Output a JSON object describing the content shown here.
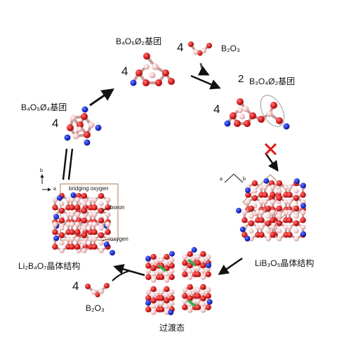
{
  "labels": {
    "b4o6": "B₄O₆Ø₂基团",
    "b2o3_top": "B₂O₃",
    "b3o4": "B₃O₄Ø₂基团",
    "b4o5": "B₄O₅Ø₄基团",
    "lib3o5": "LiB₃O₅晶体结构",
    "li2b4o7": "Li₂B₄O₇晶体结构",
    "b2o3_bottom": "B₂O₃",
    "transition": "过渡态"
  },
  "coefficients": {
    "b4o6": "4",
    "b2o3_top": "4",
    "b3o4": "2",
    "b3o4_mol": "4",
    "b4o5": "4",
    "b2o3_bottom": "4"
  },
  "annotations": {
    "bridging_oxygen": "bridging oxygen",
    "boron": "boron",
    "oxygen": "oxygen"
  },
  "axes": {
    "li2b4o7_vertical": "b",
    "li2b4o7_horizontal": "a",
    "lib3o5_left": "a",
    "lib3o5_right": "b"
  },
  "colors": {
    "oxygen": "#d81c1c",
    "boron": "#f2c8c8",
    "lithium": "#1a2fd0",
    "transition_bond": "#27b34a",
    "arrow": "#111111",
    "forbidden_cross": "#e01818",
    "cell_box": "#b07850"
  }
}
